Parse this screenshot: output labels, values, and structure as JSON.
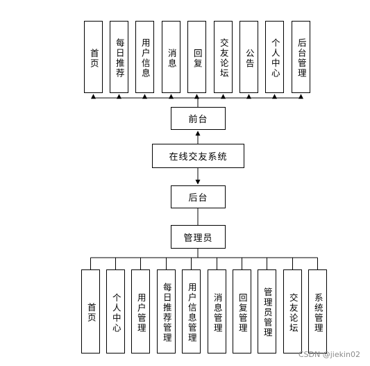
{
  "frontend": {
    "title": "前台",
    "modules": [
      "首页",
      "每日推荐",
      "用户信息",
      "消息",
      "回复",
      "交友论坛",
      "公告",
      "个人中心",
      "后台管理"
    ]
  },
  "system": {
    "title": "在线交友系统"
  },
  "backend": {
    "title": "后台"
  },
  "admin": {
    "title": "管理员",
    "modules": [
      "首页",
      "个人中心",
      "用户管理",
      "每日推荐管理",
      "用户信息管理",
      "消息管理",
      "回复管理",
      "管理员管理",
      "交友论坛",
      "系统管理"
    ]
  },
  "watermark": "CSDN @jiekin02"
}
